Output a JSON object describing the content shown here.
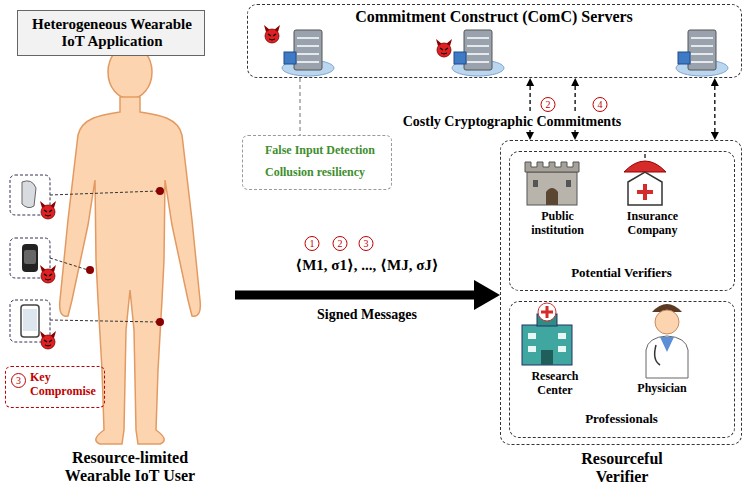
{
  "diagram": {
    "nodes": [
      {
        "text": [
          "Heterogeneous Wearable IoT Application"
        ]
      },
      {
        "text": [
          "Resource-limited Wearable IoT User"
        ]
      },
      {
        "text": [
          "3",
          "Key Compromise"
        ]
      },
      {
        "text": [
          "Commitment Construct (ComC) Servers"
        ]
      },
      {
        "text": [
          "False Input Detection",
          "Collusion resiliency"
        ]
      },
      {
        "text": [
          "Resourceful Verifier"
        ]
      },
      {
        "text": [
          "Public institution",
          "Insurance Company",
          "Potential Verifiers"
        ],
        "in": 5
      },
      {
        "text": [
          "Research Center",
          "Physician",
          "Professionals"
        ],
        "in": 5
      }
    ],
    "edges": [
      {
        "from": 1,
        "to": 5,
        "arrow": "to",
        "label": "⟨M1, σ1⟩, ..., ⟨MJ, σJ⟩"
      },
      {
        "from": 5,
        "to": 3,
        "arrow": "both"
      },
      {
        "from": 5,
        "to": 3,
        "arrow": "both",
        "label": "Costly Cryptographic Commitments"
      },
      {
        "from": 5,
        "to": 3,
        "arrow": "both"
      },
      {
        "from": 3,
        "to": 4,
        "arrow": "none"
      }
    ],
    "labels": [
      "1",
      "2",
      "3",
      "Signed Messages",
      "2",
      "4"
    ]
  }
}
